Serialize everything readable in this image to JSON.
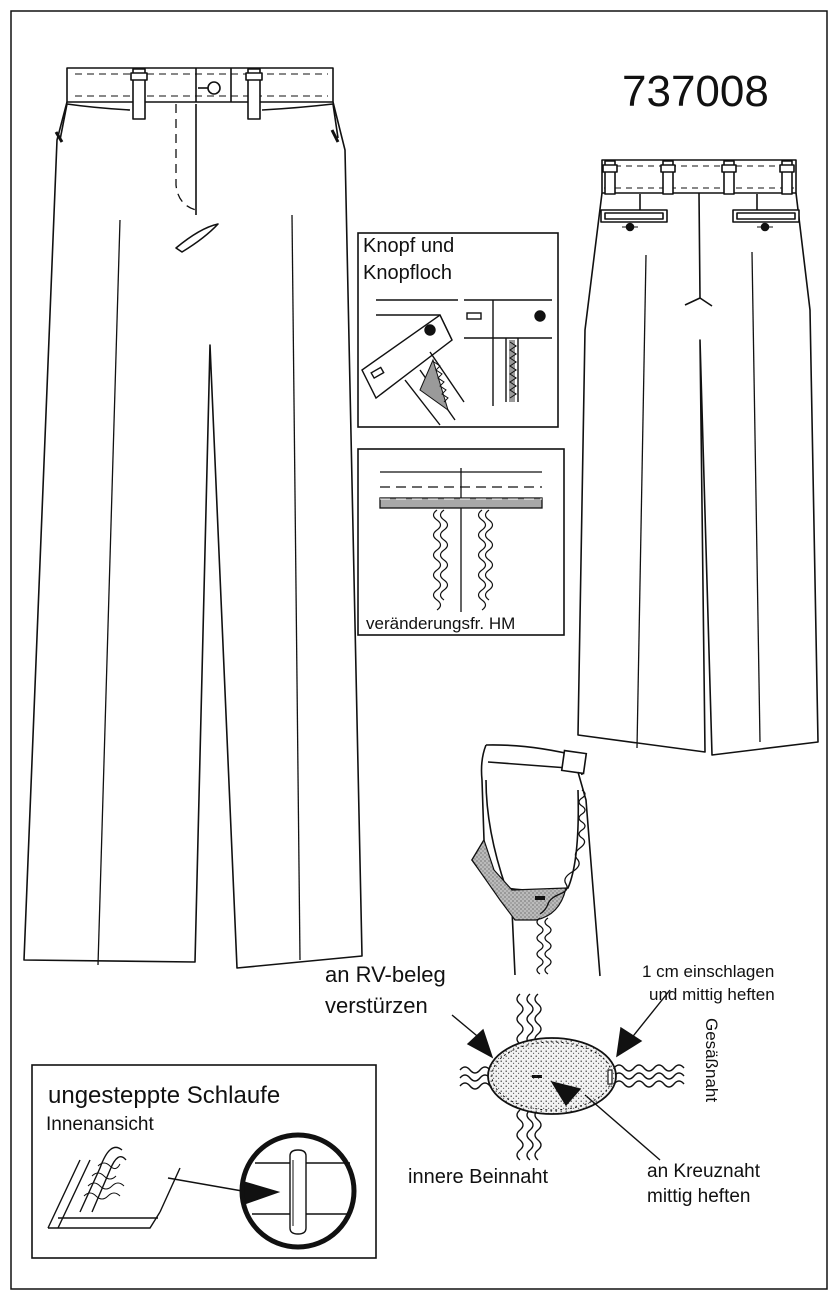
{
  "model_number": "737008",
  "colors": {
    "line": "#111111",
    "seam_fill": "#9a9a9a",
    "facing_fill": "#a8a8a8",
    "background": "#ffffff"
  },
  "detail_button": {
    "title_line1": "Knopf und",
    "title_line2": "Knopfloch"
  },
  "detail_hem": {
    "caption": "veränderungsfr. HM"
  },
  "labels": {
    "rv_beleg_line1": "an  RV-beleg",
    "rv_beleg_line2": "verstürzen",
    "einschlagen_line1": "1 cm einschlagen",
    "einschlagen_line2": "und mittig heften",
    "gesaessnaht": "Gesäßnaht",
    "innere_beinnaht": "innere Beinnaht",
    "kreuznaht_line1": "an Kreuznaht",
    "kreuznaht_line2": "mittig heften"
  },
  "loop_detail": {
    "title": "ungesteppte Schlaufe",
    "subtitle": "Innenansicht"
  }
}
